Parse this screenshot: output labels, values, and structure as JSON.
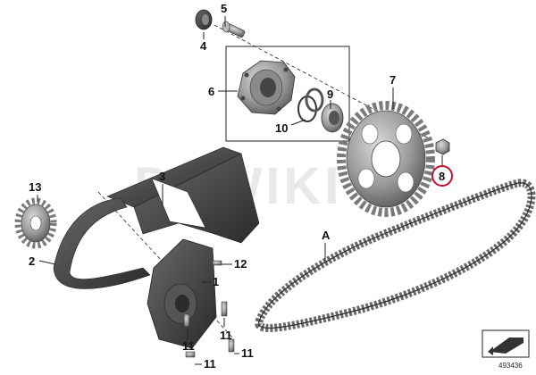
{
  "diagram": {
    "watermark": "DEWIKI",
    "labels": {
      "p1": "1",
      "p2": "2",
      "p3": "3",
      "p4": "4",
      "p5": "5",
      "p6": "6",
      "p7": "7",
      "p8": "8",
      "p9": "9",
      "p10": "10",
      "p11a": "11",
      "p11b": "11",
      "p11c": "11",
      "p11d": "11",
      "p12": "12",
      "p13": "13",
      "pA": "A"
    },
    "highlight_color": "#c8102e",
    "icon_number": "493436"
  }
}
